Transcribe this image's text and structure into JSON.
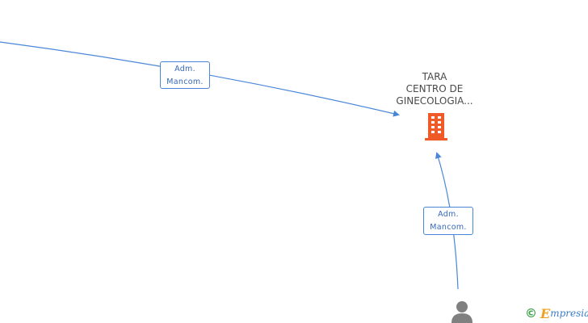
{
  "nodes": {
    "company": {
      "name_lines": [
        "TARA",
        "CENTRO DE",
        "GINECOLOGIA..."
      ],
      "icon": "building-icon",
      "color": "#f05a28"
    },
    "person": {
      "icon": "person-icon",
      "color": "#808080"
    }
  },
  "edges": [
    {
      "label_lines": [
        "Adm.",
        "Mancom."
      ]
    },
    {
      "label_lines": [
        "Adm.",
        "Mancom."
      ]
    }
  ],
  "colors": {
    "link": "#4a86d8",
    "label_text": "#3568b8"
  },
  "watermark": {
    "symbol": "©",
    "brand_initial": "E",
    "brand_rest": "mpresia"
  }
}
